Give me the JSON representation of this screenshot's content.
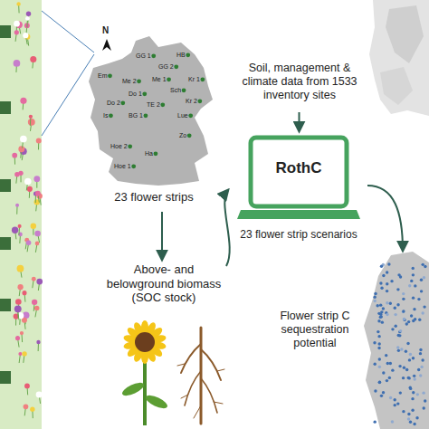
{
  "diagram": {
    "nodes": [
      {
        "text": [
          "23 flower strips"
        ]
      },
      {
        "text": [
          "Above- and belowground biomass (SOC stock)"
        ]
      },
      {
        "text": [
          "Soil, management & climate data from 1533 inventory sites"
        ]
      },
      {
        "text": [
          "RothC",
          "23 flower strip scenarios"
        ]
      },
      {
        "text": [
          "Flower strip C sequestration potential"
        ]
      }
    ],
    "edges": [
      {
        "from": 0,
        "to": 1,
        "arrow": "to"
      },
      {
        "from": 1,
        "to": 3,
        "arrow": "to"
      },
      {
        "from": 2,
        "to": 3,
        "arrow": "to"
      },
      {
        "from": 3,
        "to": 4,
        "arrow": "to"
      }
    ],
    "labels": [
      "N",
      "Em",
      "GG 1",
      "GG 2",
      "HB",
      "Me 2",
      "Me 1",
      "Sch",
      "Kr 1",
      "Kr 2",
      "Lue",
      "Do 1",
      "Do 2",
      "TE 2",
      "Is",
      "BG 1",
      "Zo",
      "Hoe 2",
      "Ha",
      "Hoe 1"
    ]
  }
}
